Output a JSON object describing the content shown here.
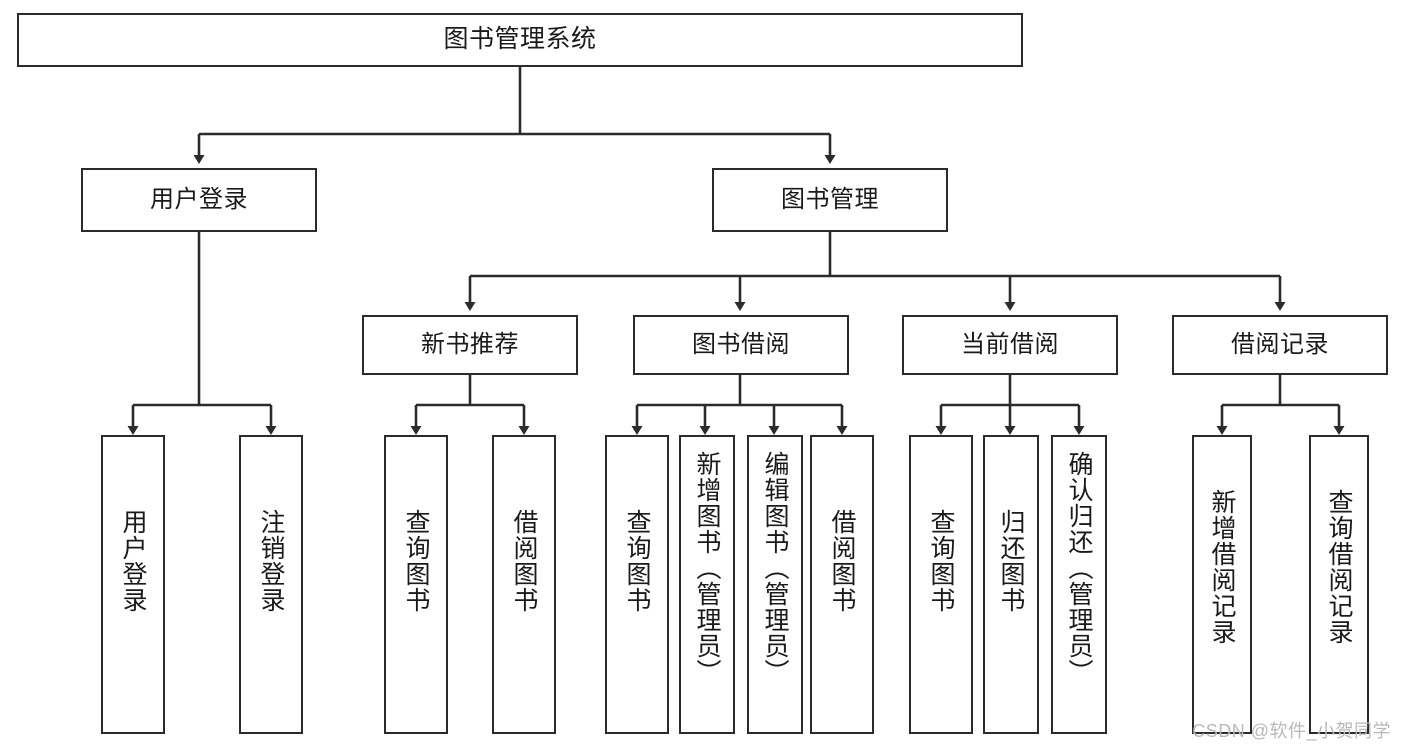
{
  "diagram": {
    "type": "tree",
    "title": "图书管理系统",
    "watermark": "CSDN @软件_小贺同学",
    "colors": {
      "stroke": "#2b2b2b",
      "fill": "#ffffff",
      "text": "#1a1a1a",
      "watermark": "#b9b9b9"
    },
    "nodes": {
      "root": {
        "label": "图书管理系统"
      },
      "level2": [
        {
          "label": "用户登录"
        },
        {
          "label": "图书管理"
        }
      ],
      "level3": [
        {
          "label": "新书推荐"
        },
        {
          "label": "图书借阅"
        },
        {
          "label": "当前借阅"
        },
        {
          "label": "借阅记录"
        }
      ],
      "leaves": {
        "user_login": [
          {
            "label": "用户登录"
          },
          {
            "label": "注销登录"
          }
        ],
        "new_book": [
          {
            "label": "查询图书"
          },
          {
            "label": "借阅图书"
          }
        ],
        "borrow_book": [
          {
            "label": "查询图书"
          },
          {
            "label": "新增图书（管理员）"
          },
          {
            "label": "编辑图书（管理员）"
          },
          {
            "label": "借阅图书"
          }
        ],
        "current_borrow": [
          {
            "label": "查询图书"
          },
          {
            "label": "归还图书"
          },
          {
            "label": "确认归还（管理员）"
          }
        ],
        "borrow_record": [
          {
            "label": "新增借阅记录"
          },
          {
            "label": "查询借阅记录"
          }
        ]
      }
    }
  }
}
